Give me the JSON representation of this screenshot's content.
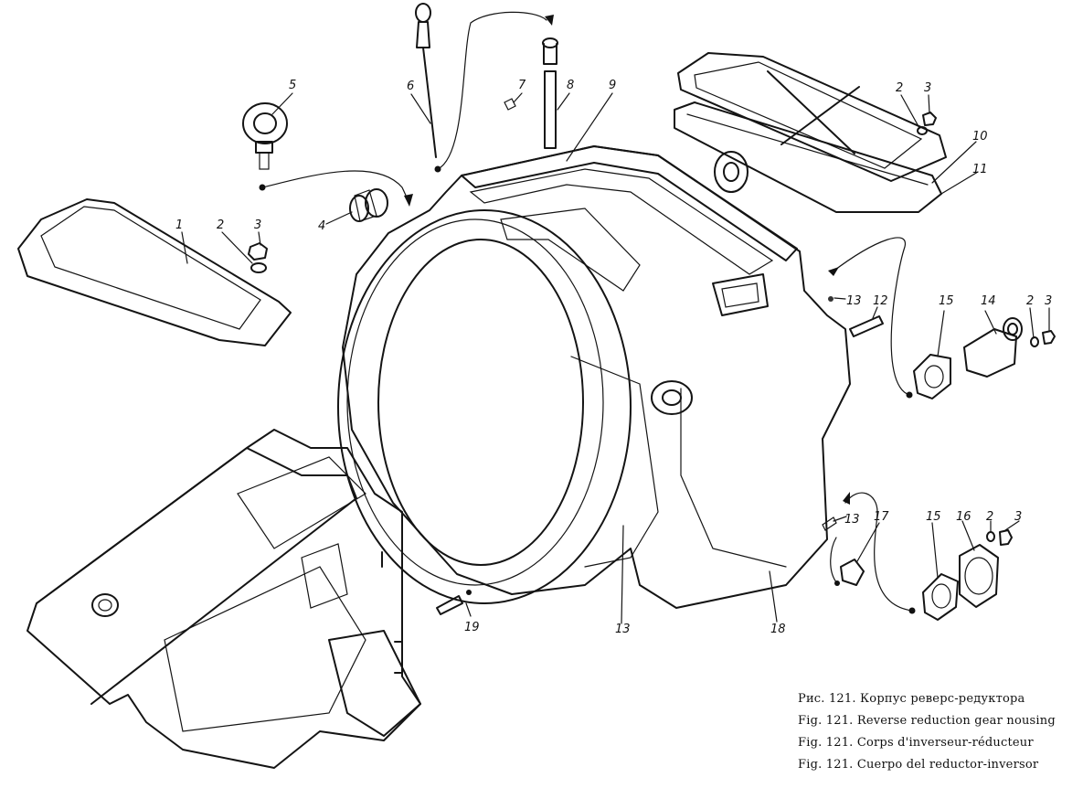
{
  "colors": {
    "ink": "#141414",
    "paper": "#ffffff",
    "stipple": "#3a3a3a"
  },
  "labels": {
    "l1": "1",
    "l2a": "2",
    "l3a": "3",
    "l4": "4",
    "l5": "5",
    "l6": "6",
    "l7": "7",
    "l8": "8",
    "l9": "9",
    "l2b": "2",
    "l3b": "3",
    "l10": "10",
    "l11": "11",
    "l13a": "13",
    "l12": "12",
    "l15a": "15",
    "l14": "14",
    "l2c": "2",
    "l3c": "3",
    "l17": "17",
    "l13b": "13",
    "l15b": "15",
    "l16": "16",
    "l2d": "2",
    "l3d": "3",
    "l19": "19",
    "l13c": "13",
    "l18": "18"
  },
  "caption": [
    "Рис. 121. Корпус реверс-редуктора",
    "Fig. 121. Reverse reduction gear nousing",
    "Fig. 121. Corps d'inverseur-réducteur",
    "Fig. 121. Cuerpo del reductor-inversor"
  ]
}
